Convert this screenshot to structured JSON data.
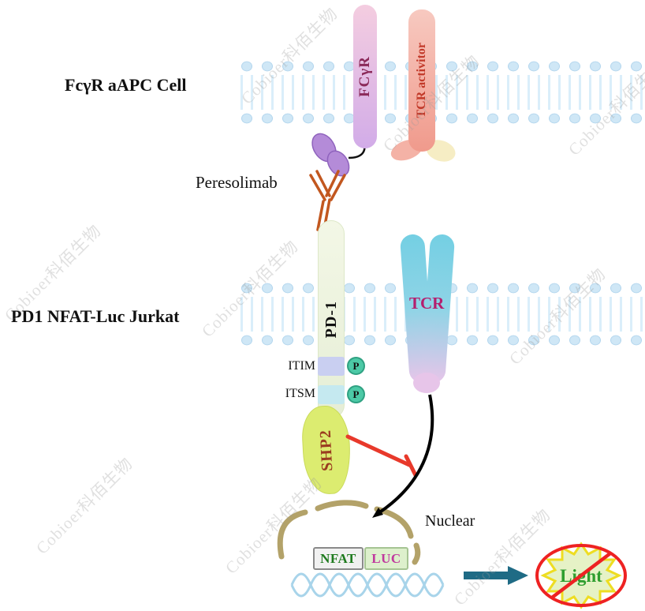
{
  "watermark": {
    "text": "Cobioer科佰生物"
  },
  "cells": {
    "apc_label": "FcγR aAPC Cell",
    "jurkat_label": "PD1 NFAT-Luc Jurkat"
  },
  "molecules": {
    "fcgr": "FCγR",
    "tcr_activator": "TCR activitor",
    "peresolimab": "Peresolimab",
    "pd1": "PD-1",
    "tcr": "TCR",
    "itim": "ITIM",
    "itsm": "ITSM",
    "phospho": "P",
    "shp2": "SHP2",
    "nuclear": "Nuclear",
    "nfat": "NFAT",
    "luc": "LUC",
    "light": "Light"
  },
  "colors": {
    "membrane_blue": "#cfe7f6",
    "membrane_edge": "#aed3ec",
    "membrane_tail": "#daeefa",
    "fcgr_top": "#f4cde0",
    "fcgr_bottom": "#d2ace8",
    "fcgr_text": "#8b2a5a",
    "activator_top": "#f7c9c0",
    "activator_bottom": "#f09a8c",
    "activator_text": "#c23a2a",
    "activator_wing": "#f4b2a6",
    "activator_glow": "#f6edc4",
    "oval_purple": "#b48bd8",
    "antibody_orange": "#c2571f",
    "pd1_fill": "#e6eed6",
    "pd1_border": "#dde8c8",
    "tcr_cyan": "#74cfe3",
    "tcr_mid": "#8fd4e6",
    "tcr_pink": "#e7c5e9",
    "tcr_text": "#b41f6e",
    "itim_band": "#c9cff1",
    "itsm_band": "#c5e9f0",
    "p_fill": "#4cc9a6",
    "p_border": "#2fa182",
    "shp2_fill": "#dcec70",
    "shp2_text": "#9a3c20",
    "inhibit_red": "#e8392b",
    "nuclear_tan": "#b3a269",
    "nfat_text": "#1e7a1e",
    "luc_text": "#c03a9e",
    "luc_fill": "#ddf0cc",
    "dna_blue": "#a8d4ea",
    "arrow_teal": "#1f6b85",
    "star_fill": "#e6f2c6",
    "star_stroke": "#eedd22",
    "light_text": "#2f9e2f",
    "prohibit_red": "#ee2222",
    "watermark_gray": "#9a9a9a"
  }
}
